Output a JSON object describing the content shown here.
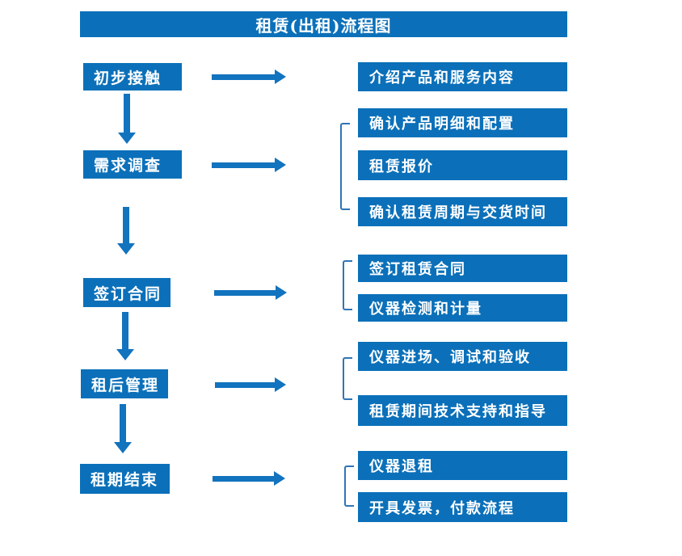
{
  "title": "租赁(出租)流程图",
  "colors": {
    "box_fill": "#0b70b9",
    "arrow": "#1273be",
    "bracket": "#2e75b6",
    "box_text": "#ffffff",
    "background": "#ffffff"
  },
  "stages": [
    {
      "label": "初步接触",
      "outputs": [
        "介绍产品和服务内容"
      ]
    },
    {
      "label": "需求调查",
      "outputs": [
        "确认产品明细和配置",
        "租赁报价",
        "确认租赁周期与交货时间"
      ]
    },
    {
      "label": "签订合同",
      "outputs": [
        "签订租赁合同",
        "仪器检测和计量"
      ]
    },
    {
      "label": "租后管理",
      "outputs": [
        "仪器进场、调试和验收",
        "租赁期间技术支持和指导"
      ]
    },
    {
      "label": "租期结束",
      "outputs": [
        "仪器退租",
        "开具发票，付款流程"
      ]
    }
  ]
}
